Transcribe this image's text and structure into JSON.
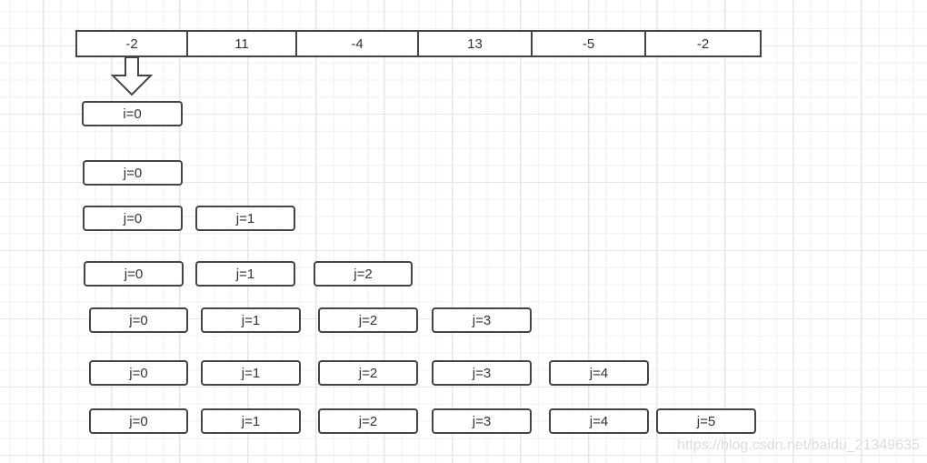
{
  "array": {
    "cells": [
      {
        "value": "-2",
        "width": 122
      },
      {
        "value": "11",
        "width": 120
      },
      {
        "value": "-4",
        "width": 134
      },
      {
        "value": "13",
        "width": 125
      },
      {
        "value": "-5",
        "width": 125
      },
      {
        "value": "-2",
        "width": 125
      }
    ]
  },
  "pointer": {
    "icon": "down-arrow-icon",
    "label": "i=0"
  },
  "rows": [
    {
      "labels": [
        "j=0"
      ]
    },
    {
      "labels": [
        "j=0",
        "j=1"
      ]
    },
    {
      "labels": [
        "j=0",
        "j=1",
        "j=2"
      ]
    },
    {
      "labels": [
        "j=0",
        "j=1",
        "j=2",
        "j=3"
      ]
    },
    {
      "labels": [
        "j=0",
        "j=1",
        "j=2",
        "j=3",
        "j=4"
      ]
    },
    {
      "labels": [
        "j=0",
        "j=1",
        "j=2",
        "j=3",
        "j=4",
        "j=5"
      ]
    }
  ],
  "watermark": "https://blog.csdn.net/baidu_21349635",
  "colors": {
    "stroke": "#444444",
    "text": "#333333",
    "grid_minor": "#f1f1f1",
    "grid_major": "#e6e6e6"
  }
}
